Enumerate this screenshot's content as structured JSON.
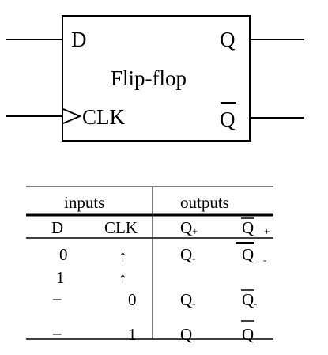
{
  "flipflop": {
    "title": "Flip-flop",
    "input_d": "D",
    "input_clk": "CLK",
    "output_q": "Q",
    "output_qbar": "Q"
  },
  "truth_table": {
    "group_inputs": "inputs",
    "group_outputs": "outputs",
    "headers": {
      "d": "D",
      "clk": "CLK",
      "q_base": "Q",
      "q_sub": "+",
      "qbar_base": "Q",
      "qbar_sub": "+"
    },
    "rows": [
      {
        "d": "0",
        "clk": "↑",
        "q_base": "Q",
        "q_sub": "-",
        "qbar_base": "Q",
        "qbar_sub": "-"
      },
      {
        "d": "1",
        "clk": "↑",
        "q_base": "",
        "q_sub": "",
        "qbar_base": "",
        "qbar_sub": ""
      },
      {
        "d": "–",
        "clk": "0",
        "q_base": "Q",
        "q_sub": "-",
        "qbar_base": "Q",
        "qbar_sub": "-"
      },
      {
        "d": "–",
        "clk": "1",
        "q_base": "Q",
        "q_sub": "-",
        "qbar_base": "Q",
        "qbar_sub": "-"
      }
    ]
  }
}
